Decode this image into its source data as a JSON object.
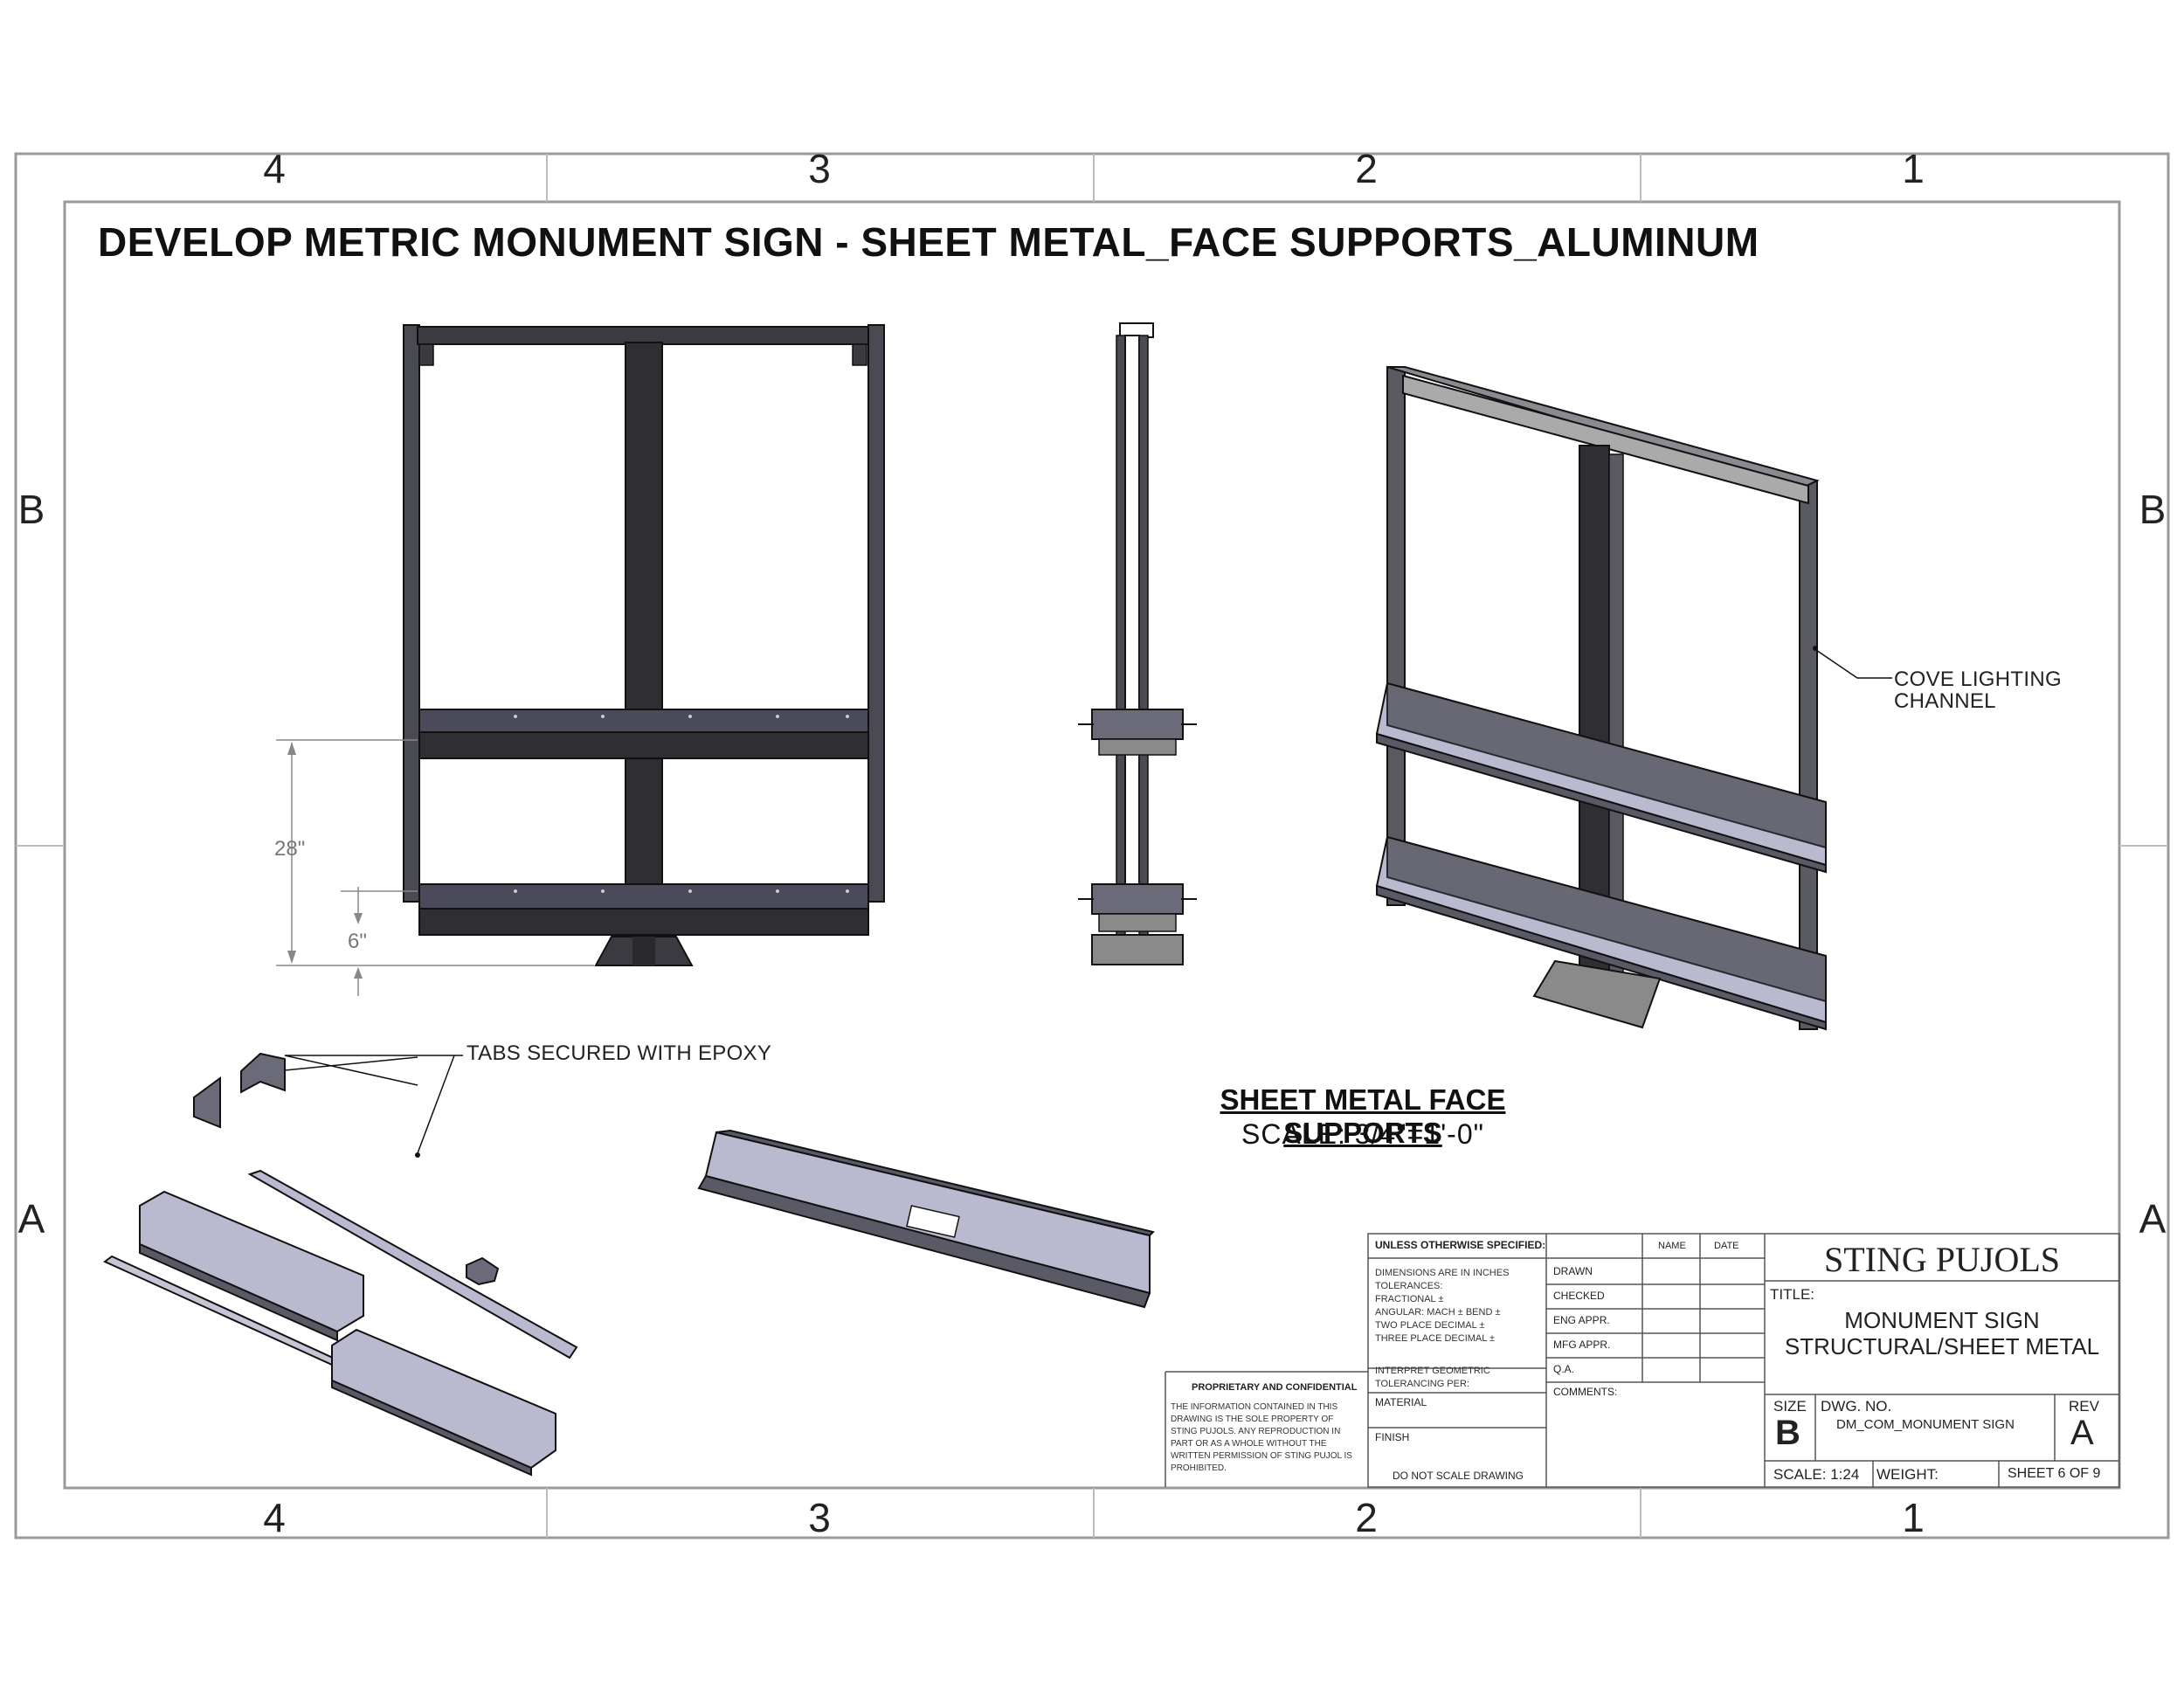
{
  "title": "DEVELOP METRIC MONUMENT SIGN - SHEET METAL_FACE SUPPORTS_ALUMINUM",
  "zones": {
    "columns": [
      "4",
      "3",
      "2",
      "1"
    ],
    "rows": [
      "B",
      "A"
    ]
  },
  "dimensions": {
    "height_1": "28\"",
    "height_2": "6\""
  },
  "notes": {
    "cove_line1": "COVE LIGHTING",
    "cove_line2": "CHANNEL",
    "tabs": "TABS SECURED WITH EPOXY"
  },
  "view": {
    "name": "SHEET METAL FACE SUPPORTS",
    "scale": "SCALE: 3/4\"=1'-0\""
  },
  "title_block": {
    "unless": "UNLESS OTHERWISE SPECIFIED:",
    "name_hdr": "NAME",
    "date_hdr": "DATE",
    "dims_inches": "DIMENSIONS ARE IN INCHES",
    "tolerances": "TOLERANCES:",
    "fractional": "FRACTIONAL ±",
    "angular": "ANGULAR: MACH ±    BEND ±",
    "two_place": "TWO PLACE DECIMAL    ±",
    "three_place": "THREE PLACE DECIMAL  ±",
    "drawn": "DRAWN",
    "checked": "CHECKED",
    "eng_appr": "ENG APPR.",
    "mfg_appr": "MFG APPR.",
    "qa": "Q.A.",
    "comments": "COMMENTS:",
    "interpret1": "INTERPRET GEOMETRIC",
    "interpret2": "TOLERANCING PER:",
    "material": "MATERIAL",
    "finish": "FINISH",
    "no_scale": "DO NOT SCALE DRAWING",
    "prop_title": "PROPRIETARY AND CONFIDENTIAL",
    "prop_l1": "THE INFORMATION CONTAINED IN THIS",
    "prop_l2": "DRAWING IS THE SOLE PROPERTY OF",
    "prop_l3": "STING PUJOLS. ANY REPRODUCTION IN",
    "prop_l4": "PART OR AS A WHOLE WITHOUT THE",
    "prop_l5": "WRITTEN PERMISSION OF STING PUJOL IS",
    "prop_l6": "PROHIBITED.",
    "company": "STING PUJOLS",
    "title_label": "TITLE:",
    "title_l1": "MONUMENT SIGN",
    "title_l2": "STRUCTURAL/SHEET METAL",
    "size_label": "SIZE",
    "size": "B",
    "dwg_label": "DWG.  NO.",
    "dwg_no": "DM_COM_MONUMENT SIGN",
    "rev_label": "REV",
    "rev": "A",
    "scale": "SCALE: 1:24",
    "weight": "WEIGHT:",
    "sheet": "SHEET 6 OF 9"
  },
  "colors": {
    "steel_dark": "#2e2e33",
    "steel_mid": "#4a4a52",
    "tray_face": "#b9b9cf",
    "tray_side": "#5a5a66",
    "border": "#999999"
  }
}
